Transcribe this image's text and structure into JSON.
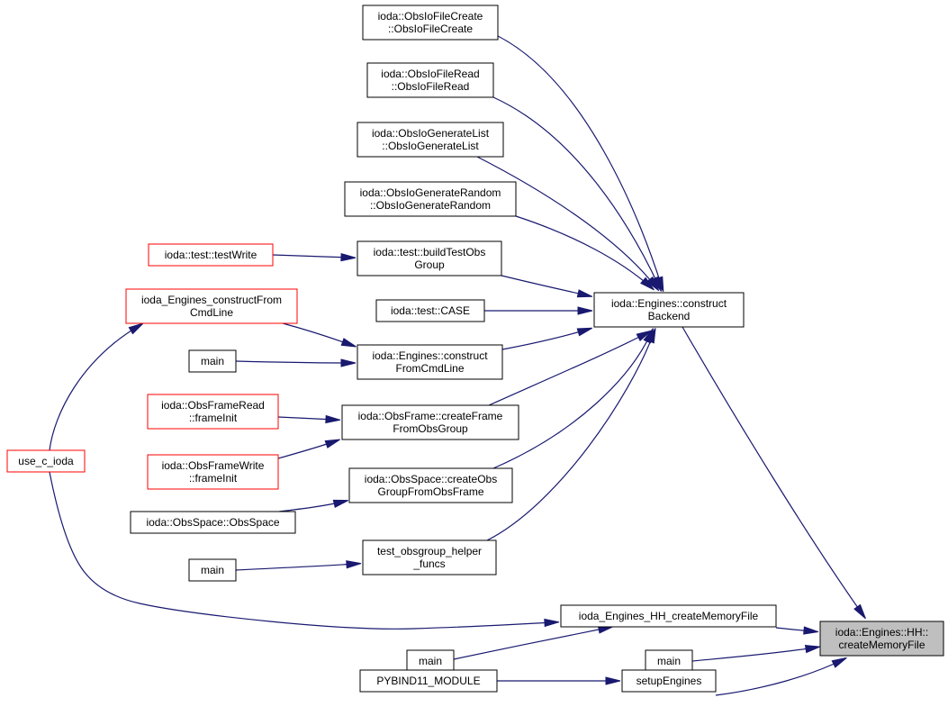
{
  "colors": {
    "edge": "#191970",
    "node_border": "#000000",
    "node_border_truncated": "#ff0000",
    "focus_fill": "#bfbfbf"
  },
  "nodes": [
    {
      "id": "createMemoryFile",
      "lines": [
        "ioda::Engines::HH::",
        "createMemoryFile"
      ],
      "style": "focus"
    },
    {
      "id": "constructBackend",
      "lines": [
        "ioda::Engines::construct",
        "Backend"
      ],
      "style": "normal"
    },
    {
      "id": "obsIoFileCreate",
      "lines": [
        "ioda::ObsIoFileCreate",
        "::ObsIoFileCreate"
      ],
      "style": "normal"
    },
    {
      "id": "obsIoFileRead",
      "lines": [
        "ioda::ObsIoFileRead",
        "::ObsIoFileRead"
      ],
      "style": "normal"
    },
    {
      "id": "obsIoGenerateList",
      "lines": [
        "ioda::ObsIoGenerateList",
        "::ObsIoGenerateList"
      ],
      "style": "normal"
    },
    {
      "id": "obsIoGenerateRandom",
      "lines": [
        "ioda::ObsIoGenerateRandom",
        "::ObsIoGenerateRandom"
      ],
      "style": "normal"
    },
    {
      "id": "testWrite",
      "lines": [
        "ioda::test::testWrite"
      ],
      "style": "truncated"
    },
    {
      "id": "buildTestObsGroup",
      "lines": [
        "ioda::test::buildTestObs",
        "Group"
      ],
      "style": "normal"
    },
    {
      "id": "testCase",
      "lines": [
        "ioda::test::CASE"
      ],
      "style": "normal"
    },
    {
      "id": "constructFromCmdLineC",
      "lines": [
        "ioda_Engines_constructFrom",
        "CmdLine"
      ],
      "style": "truncated"
    },
    {
      "id": "main1",
      "lines": [
        "main"
      ],
      "style": "normal"
    },
    {
      "id": "constructFromCmdLine",
      "lines": [
        "ioda::Engines::construct",
        "FromCmdLine"
      ],
      "style": "normal"
    },
    {
      "id": "obsFrameReadInit",
      "lines": [
        "ioda::ObsFrameRead",
        "::frameInit"
      ],
      "style": "truncated"
    },
    {
      "id": "createFrameFromObsGroup",
      "lines": [
        "ioda::ObsFrame::createFrame",
        "FromObsGroup"
      ],
      "style": "normal"
    },
    {
      "id": "useCIoda",
      "lines": [
        "use_c_ioda"
      ],
      "style": "truncated"
    },
    {
      "id": "obsFrameWriteInit",
      "lines": [
        "ioda::ObsFrameWrite",
        "::frameInit"
      ],
      "style": "truncated"
    },
    {
      "id": "createObsGroupFromObsFrame",
      "lines": [
        "ioda::ObsSpace::createObs",
        "GroupFromObsFrame"
      ],
      "style": "normal"
    },
    {
      "id": "obsSpaceCtor",
      "lines": [
        "ioda::ObsSpace::ObsSpace"
      ],
      "style": "normal"
    },
    {
      "id": "main2",
      "lines": [
        "main"
      ],
      "style": "normal"
    },
    {
      "id": "testObsgroupHelper",
      "lines": [
        "test_obsgroup_helper",
        "_funcs"
      ],
      "style": "normal"
    },
    {
      "id": "hhCreateMemoryFileC",
      "lines": [
        "ioda_Engines_HH_createMemoryFile"
      ],
      "style": "normal"
    },
    {
      "id": "main3",
      "lines": [
        "main"
      ],
      "style": "normal"
    },
    {
      "id": "main4",
      "lines": [
        "main"
      ],
      "style": "normal"
    },
    {
      "id": "pybind11Module",
      "lines": [
        "PYBIND11_MODULE"
      ],
      "style": "normal"
    },
    {
      "id": "setupEngines",
      "lines": [
        "setupEngines"
      ],
      "style": "normal"
    }
  ],
  "edges": [
    {
      "from": "constructBackend",
      "to": "createMemoryFile"
    },
    {
      "from": "hhCreateMemoryFileC",
      "to": "createMemoryFile"
    },
    {
      "from": "main4",
      "to": "createMemoryFile"
    },
    {
      "from": "setupEngines",
      "to": "createMemoryFile"
    },
    {
      "from": "obsIoFileCreate",
      "to": "constructBackend"
    },
    {
      "from": "obsIoFileRead",
      "to": "constructBackend"
    },
    {
      "from": "obsIoGenerateList",
      "to": "constructBackend"
    },
    {
      "from": "obsIoGenerateRandom",
      "to": "constructBackend"
    },
    {
      "from": "buildTestObsGroup",
      "to": "constructBackend"
    },
    {
      "from": "testCase",
      "to": "constructBackend"
    },
    {
      "from": "constructFromCmdLine",
      "to": "constructBackend"
    },
    {
      "from": "createFrameFromObsGroup",
      "to": "constructBackend"
    },
    {
      "from": "createObsGroupFromObsFrame",
      "to": "constructBackend"
    },
    {
      "from": "testObsgroupHelper",
      "to": "constructBackend"
    },
    {
      "from": "testWrite",
      "to": "buildTestObsGroup"
    },
    {
      "from": "constructFromCmdLineC",
      "to": "constructFromCmdLine"
    },
    {
      "from": "main1",
      "to": "constructFromCmdLine"
    },
    {
      "from": "obsFrameReadInit",
      "to": "createFrameFromObsGroup"
    },
    {
      "from": "obsFrameWriteInit",
      "to": "createFrameFromObsGroup"
    },
    {
      "from": "obsSpaceCtor",
      "to": "createObsGroupFromObsFrame"
    },
    {
      "from": "main2",
      "to": "testObsgroupHelper"
    },
    {
      "from": "useCIoda",
      "to": "constructFromCmdLineC"
    },
    {
      "from": "useCIoda",
      "to": "hhCreateMemoryFileC"
    },
    {
      "from": "main3",
      "to": "hhCreateMemoryFileC"
    },
    {
      "from": "pybind11Module",
      "to": "setupEngines"
    }
  ]
}
